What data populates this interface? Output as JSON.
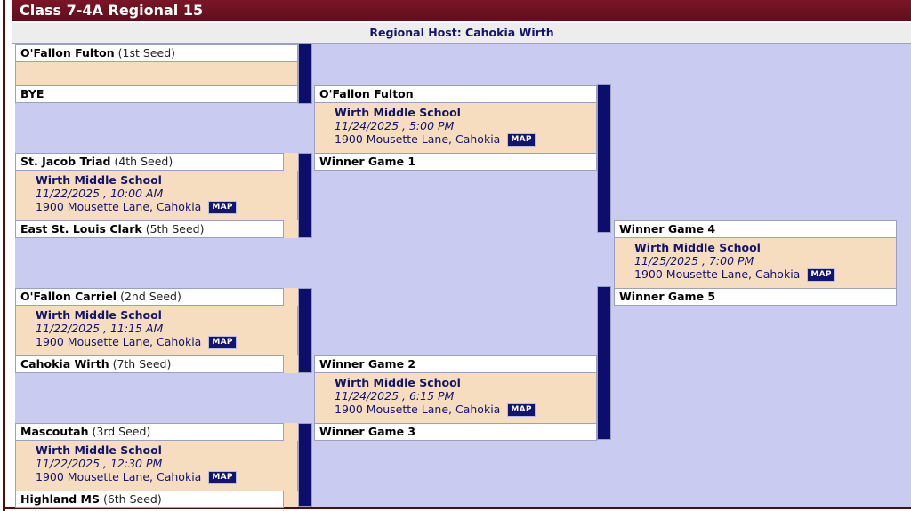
{
  "title": "Class 7-4A Regional 15",
  "host_line": "Regional Host: Cahokia Wirth",
  "venue_common": {
    "name": "Wirth Middle School",
    "address": "1900 Mousette Lane, Cahokia",
    "map_label": "MAP"
  },
  "rounds": {
    "round1": {
      "games": [
        {
          "id": "game-1",
          "top": {
            "team": "O'Fallon Fulton",
            "seed": "(1st Seed)"
          },
          "bottom": {
            "team": "BYE",
            "seed": ""
          },
          "venue": "",
          "datetime": "",
          "address": "",
          "map_label": ""
        },
        {
          "id": "game-2",
          "top": {
            "team": "St. Jacob Triad",
            "seed": "(4th Seed)"
          },
          "bottom": {
            "team": "East St. Louis Clark",
            "seed": "(5th Seed)"
          },
          "venue": "Wirth Middle School",
          "datetime": "11/22/2025 , 10:00 AM",
          "address": "1900 Mousette Lane, Cahokia",
          "map_label": "MAP"
        },
        {
          "id": "game-3",
          "top": {
            "team": "O'Fallon Carriel",
            "seed": "(2nd Seed)"
          },
          "bottom": {
            "team": "Cahokia Wirth",
            "seed": "(7th Seed)"
          },
          "venue": "Wirth Middle School",
          "datetime": "11/22/2025 , 11:15 AM",
          "address": "1900 Mousette Lane, Cahokia",
          "map_label": "MAP"
        },
        {
          "id": "game-4",
          "top": {
            "team": "Mascoutah",
            "seed": "(3rd Seed)"
          },
          "bottom": {
            "team": "Highland MS",
            "seed": "(6th Seed)"
          },
          "venue": "Wirth Middle School",
          "datetime": "11/22/2025 , 12:30 PM",
          "address": "1900 Mousette Lane, Cahokia",
          "map_label": "MAP"
        }
      ]
    },
    "round2": {
      "games": [
        {
          "id": "game-5",
          "top": {
            "team": "O'Fallon Fulton",
            "seed": ""
          },
          "bottom": {
            "team": "Winner Game 1",
            "seed": ""
          },
          "venue": "Wirth Middle School",
          "datetime": "11/24/2025 , 5:00 PM",
          "address": "1900 Mousette Lane, Cahokia",
          "map_label": "MAP"
        },
        {
          "id": "game-6",
          "top": {
            "team": "Winner Game 2",
            "seed": ""
          },
          "bottom": {
            "team": "Winner Game 3",
            "seed": ""
          },
          "venue": "Wirth Middle School",
          "datetime": "11/24/2025 , 6:15 PM",
          "address": "1900 Mousette Lane, Cahokia",
          "map_label": "MAP"
        }
      ]
    },
    "round3": {
      "games": [
        {
          "id": "game-7",
          "top": {
            "team": "Winner Game 4",
            "seed": ""
          },
          "bottom": {
            "team": "Winner Game 5",
            "seed": ""
          },
          "venue": "Wirth Middle School",
          "datetime": "11/25/2025 , 7:00 PM",
          "address": "1900 Mousette Lane, Cahokia",
          "map_label": "MAP"
        }
      ]
    }
  },
  "colors": {
    "title_bar": "#6b1220",
    "frame": "#4a1010",
    "canvas": "#c9cbf0",
    "detail_bg": "#f7ddc0",
    "connector": "#0d0d6b",
    "text_blue": "#13146e"
  }
}
